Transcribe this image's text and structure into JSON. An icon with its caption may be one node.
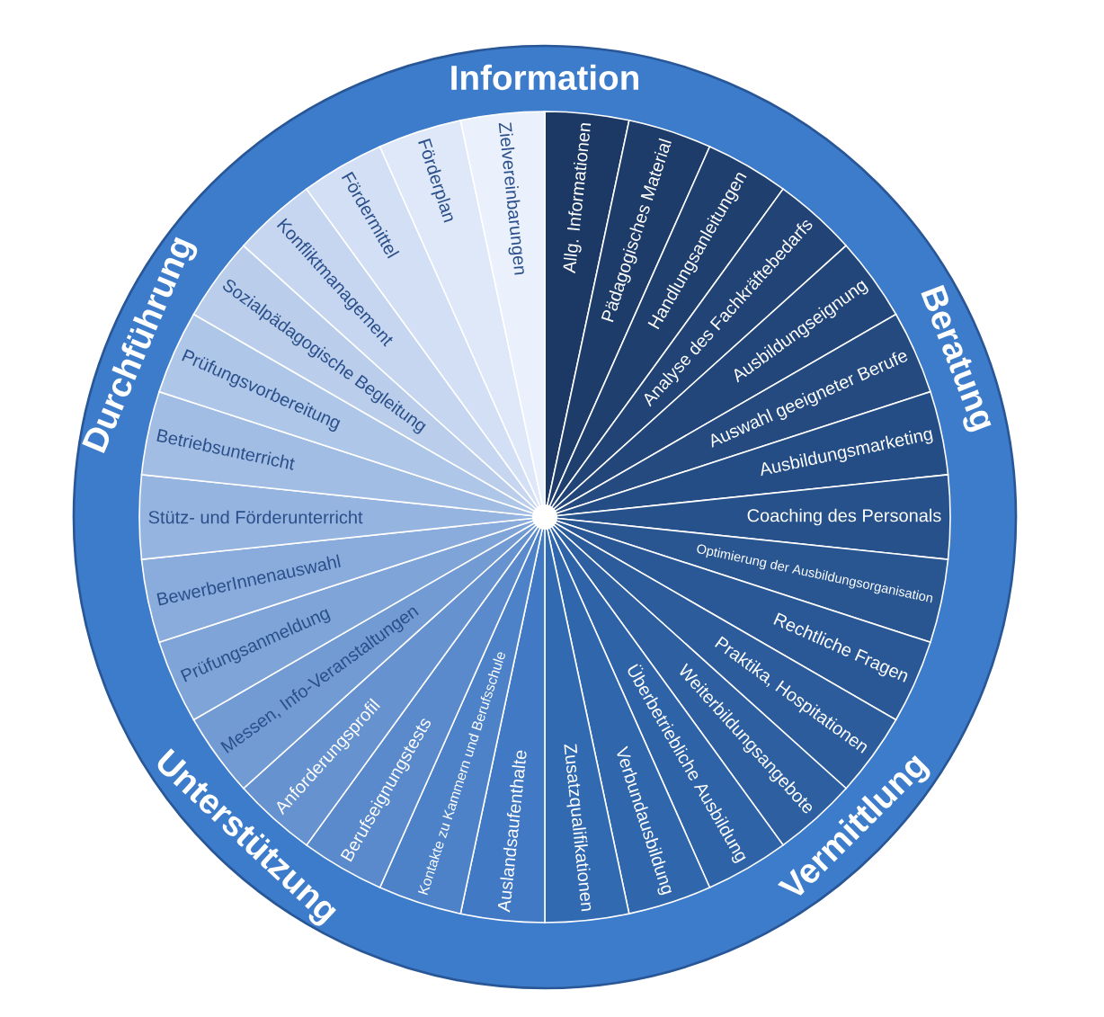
{
  "diagram": {
    "nodes": [
      {
        "text": [
          "Allg. Informationen"
        ]
      },
      {
        "text": [
          "Pädagogisches Material"
        ]
      },
      {
        "text": [
          "Handlungsanleitungen"
        ]
      },
      {
        "text": [
          "Analyse des Fachkräftebedarfs"
        ]
      },
      {
        "text": [
          "Ausbildungseignung"
        ]
      },
      {
        "text": [
          "Auswahl geeigneter Berufe"
        ]
      },
      {
        "text": [
          "Ausbildungsmarketing"
        ]
      },
      {
        "text": [
          "Coaching des Personals"
        ]
      },
      {
        "text": [
          "Optimierung der Ausbildungsorganisation"
        ]
      },
      {
        "text": [
          "Rechtliche Fragen"
        ]
      },
      {
        "text": [
          "Praktika, Hospitationen"
        ]
      },
      {
        "text": [
          "Weiterbildungsangebote"
        ]
      },
      {
        "text": [
          "Überbetriebliche Ausbildung"
        ]
      },
      {
        "text": [
          "Verbundausbildung"
        ]
      },
      {
        "text": [
          "Zusatzqualifikationen"
        ]
      },
      {
        "text": [
          "Auslandsaufenthalte"
        ]
      },
      {
        "text": [
          "Kontakte zu Kammern und Berufsschule"
        ]
      },
      {
        "text": [
          "Berufseignungstests"
        ]
      },
      {
        "text": [
          "Anforderungsprofil"
        ]
      },
      {
        "text": [
          "Messen, Info-Veranstaltungen"
        ]
      },
      {
        "text": [
          "Prüfungsanmeldung"
        ]
      },
      {
        "text": [
          "BewerberInnenauswahl"
        ]
      },
      {
        "text": [
          "Stütz- und Förderunterricht"
        ]
      },
      {
        "text": [
          "Betriebsunterricht"
        ]
      },
      {
        "text": [
          "Prüfungsvorbereitung"
        ]
      },
      {
        "text": [
          "Sozialpädagogische Begleitung"
        ]
      },
      {
        "text": [
          "Konfliktmanagement"
        ]
      },
      {
        "text": [
          "Fördermittel"
        ]
      },
      {
        "text": [
          "Förderplan"
        ]
      },
      {
        "text": [
          "Zielvereinbarungen"
        ]
      }
    ],
    "labels": [
      "Information",
      "Beratung",
      "Vermittlung",
      "Unterstützung",
      "Durchführung"
    ]
  }
}
